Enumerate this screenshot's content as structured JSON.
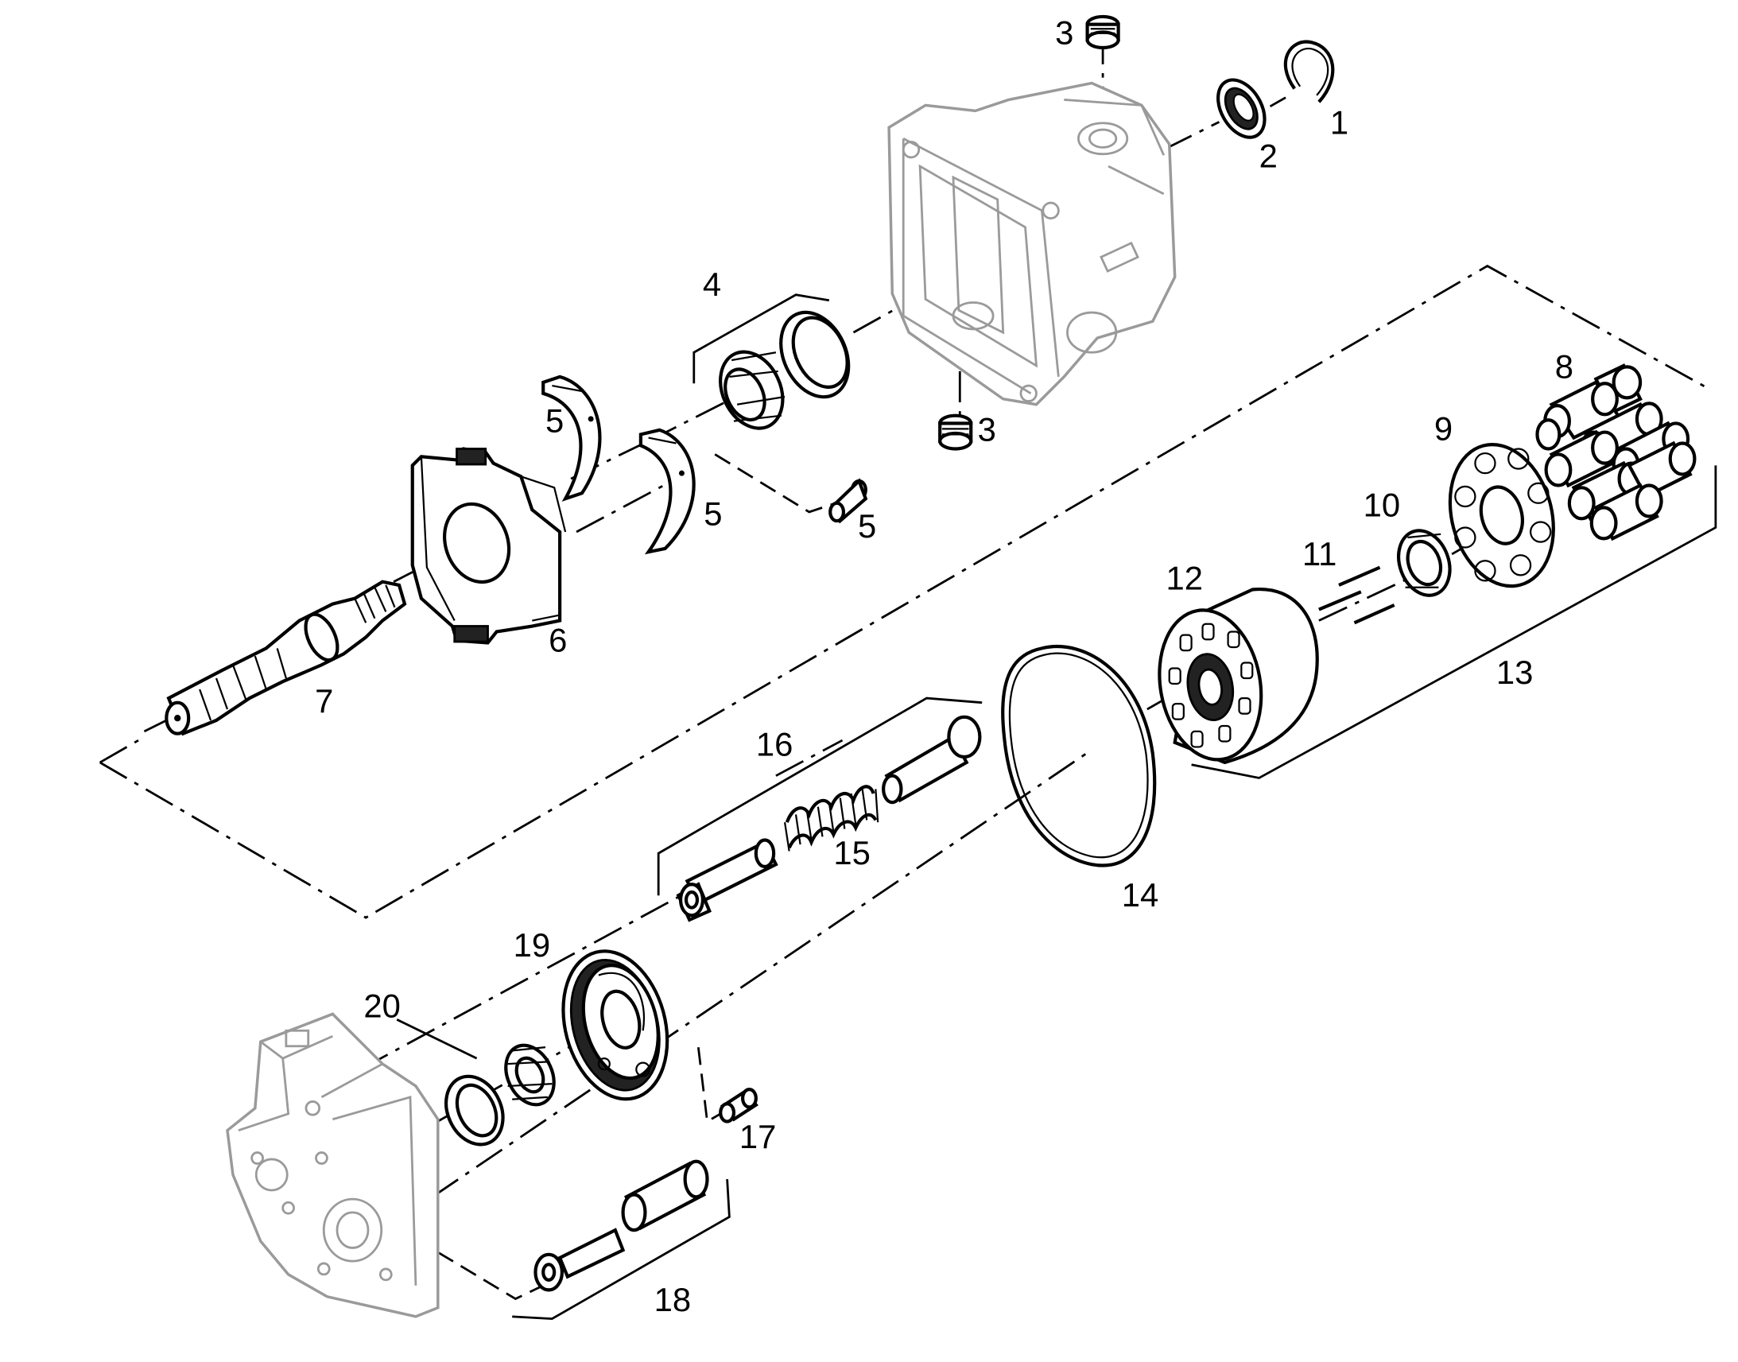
{
  "callouts": [
    {
      "id": "c1",
      "text": "1"
    },
    {
      "id": "c2",
      "text": "2"
    },
    {
      "id": "c3a",
      "text": "3"
    },
    {
      "id": "c3b",
      "text": "3"
    },
    {
      "id": "c4",
      "text": "4"
    },
    {
      "id": "c5a",
      "text": "5"
    },
    {
      "id": "c5b",
      "text": "5"
    },
    {
      "id": "c5c",
      "text": "5"
    },
    {
      "id": "c6",
      "text": "6"
    },
    {
      "id": "c7",
      "text": "7"
    },
    {
      "id": "c8",
      "text": "8"
    },
    {
      "id": "c9",
      "text": "9"
    },
    {
      "id": "c10",
      "text": "10"
    },
    {
      "id": "c11",
      "text": "11"
    },
    {
      "id": "c12",
      "text": "12"
    },
    {
      "id": "c13",
      "text": "13"
    },
    {
      "id": "c14",
      "text": "14"
    },
    {
      "id": "c15",
      "text": "15"
    },
    {
      "id": "c16",
      "text": "16"
    },
    {
      "id": "c17",
      "text": "17"
    },
    {
      "id": "c18",
      "text": "18"
    },
    {
      "id": "c19",
      "text": "19"
    },
    {
      "id": "c20",
      "text": "20"
    }
  ]
}
